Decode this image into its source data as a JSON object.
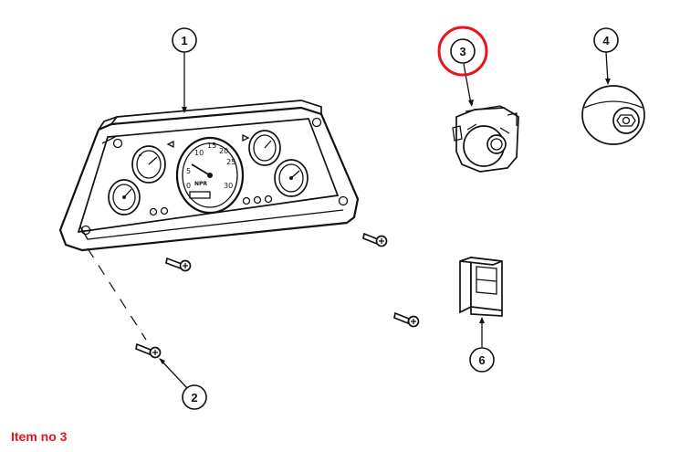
{
  "callouts": [
    {
      "id": "1",
      "label": "1",
      "highlighted": false
    },
    {
      "id": "2",
      "label": "2",
      "highlighted": false
    },
    {
      "id": "3",
      "label": "3",
      "highlighted": true
    },
    {
      "id": "4",
      "label": "4",
      "highlighted": false
    },
    {
      "id": "6",
      "label": "6",
      "highlighted": false
    }
  ],
  "gauge": {
    "speedo_ticks": [
      "10",
      "15",
      "20",
      "25",
      "30",
      "0",
      "5"
    ],
    "brand_text": "NPR"
  },
  "caption": {
    "text": "Item no 3",
    "color": "#e8131b"
  },
  "highlight_color": "#e8131b"
}
